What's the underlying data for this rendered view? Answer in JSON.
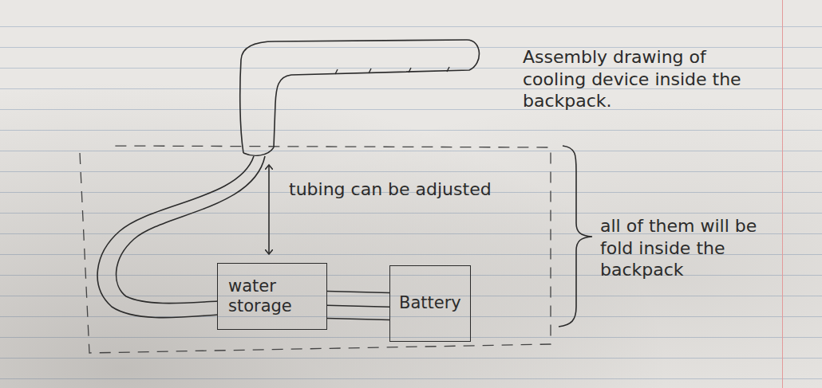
{
  "diagram": {
    "title": "Assembly drawing of cooling device inside the backpack.",
    "nodes": [
      {
        "text": [
          "water storage"
        ]
      },
      {
        "text": [
          "Battery"
        ]
      }
    ],
    "edges": [
      {
        "from": 0,
        "to": 1,
        "arrow": "none"
      }
    ],
    "labels": [
      "tubing can be adjusted",
      "all of them will be fold inside the backpack"
    ]
  }
}
